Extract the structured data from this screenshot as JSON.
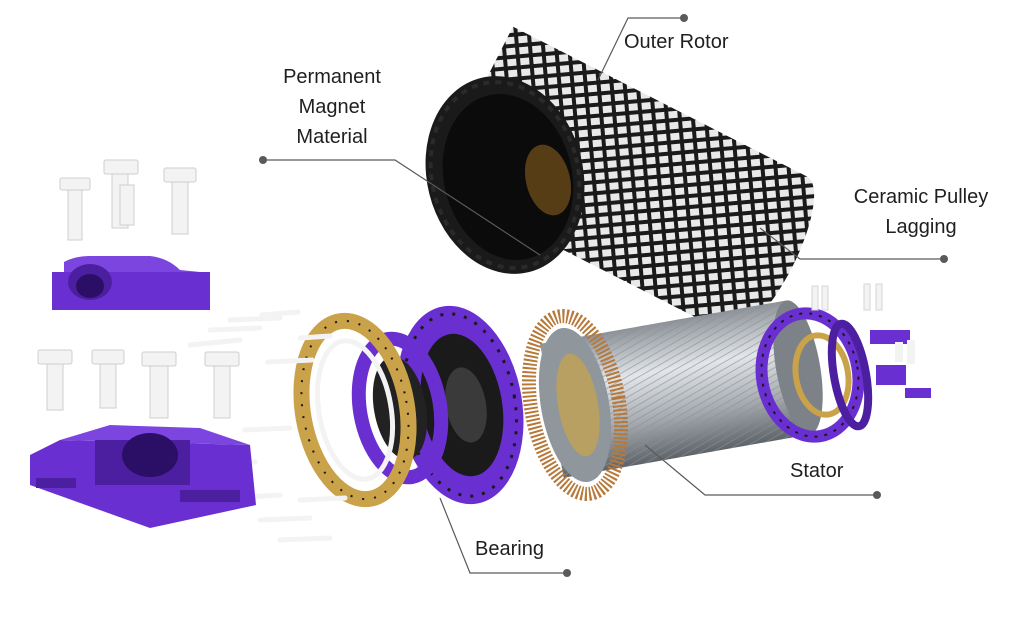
{
  "labels": {
    "outer_rotor": [
      "Outer Rotor"
    ],
    "permanent_magnet": [
      "Permanent",
      "Magnet",
      "Material"
    ],
    "ceramic_lagging": [
      "Ceramic Pulley",
      "Lagging"
    ],
    "stator": [
      "Stator"
    ],
    "bearing": [
      "Bearing"
    ]
  },
  "colors": {
    "purple": "#6a2fd1",
    "purple_dark": "#4c1fa0",
    "gold": "#c9a24a",
    "copper": "#b7793a",
    "steel": "#b9bec4",
    "steel_dark": "#6b7178",
    "rotor_black": "#1a1a1a",
    "tile": "#e9e9e9",
    "white_part": "#f3f3f3",
    "leader": "#5a5a5a"
  },
  "icons": [
    "leader-dot"
  ]
}
